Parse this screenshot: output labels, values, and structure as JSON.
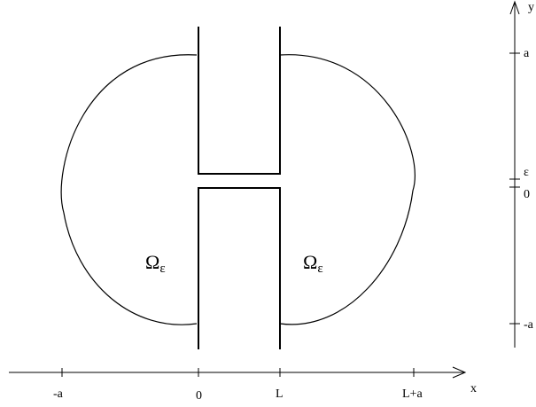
{
  "x_axis": {
    "label": "x",
    "ticks": [
      "-a",
      "0",
      "L",
      "L+a"
    ]
  },
  "y_axis": {
    "label": "y",
    "ticks": [
      "a",
      "ε",
      "0",
      "-a"
    ]
  },
  "regions": {
    "left": {
      "symbol": "Ω",
      "subscript": "ε"
    },
    "right": {
      "symbol": "Ω",
      "subscript": "ε"
    }
  },
  "colors": {
    "stroke": "#000000",
    "background": "#ffffff"
  }
}
